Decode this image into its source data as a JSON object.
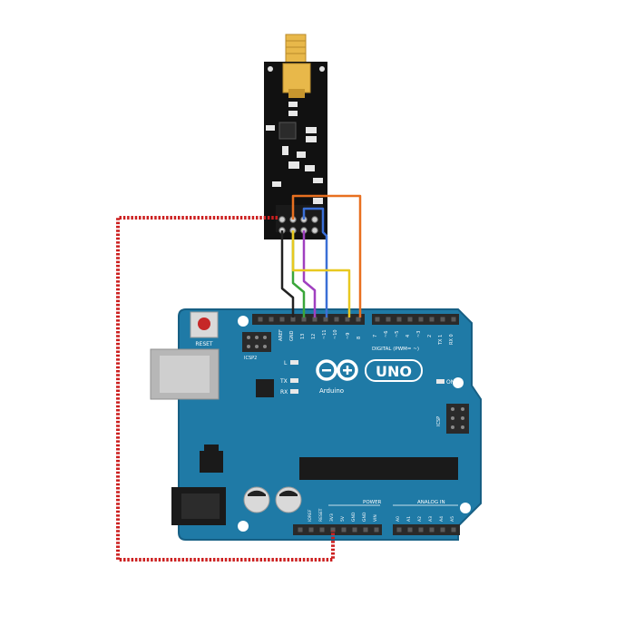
{
  "board": {
    "reset_label": "RESET",
    "icsp2_label": "ICSP2",
    "icsp_label": "ICSP",
    "led_l": "L",
    "led_tx": "TX",
    "led_rx": "RX",
    "brand": "Arduino",
    "model": "UNO",
    "on_label": "ON",
    "digital_label": "DIGITAL (PWM= ~)",
    "power_label": "POWER",
    "analog_label": "ANALOG IN",
    "aref_label": "AREF",
    "gnd_label": "GND",
    "pin_13": "13",
    "pin_12": "12",
    "pin_11": "~11",
    "pin_10": "~10",
    "pin_9": "~9",
    "pin_8": "8",
    "pin_7": "7",
    "pin_6": "~6",
    "pin_5": "~5",
    "pin_4": "4",
    "pin_3": "~3",
    "pin_2": "2",
    "pin_tx": "TX 1",
    "pin_rx": "RX 0",
    "pwr_ioref": "IOREF",
    "pwr_reset": "RESET",
    "pwr_3v3": "3V3",
    "pwr_5v": "5V",
    "pwr_gnd1": "GND",
    "pwr_gnd2": "GND",
    "pwr_vin": "VIN",
    "an_a0": "A0",
    "an_a1": "A1",
    "an_a2": "A2",
    "an_a3": "A3",
    "an_a4": "A4",
    "an_a5": "A5"
  },
  "colors": {
    "board": "#1f7aa6",
    "board_dark": "#17628a",
    "header": "#2a2a2a",
    "module": "#111111",
    "antenna": "#e8b84a",
    "wire_vcc": "#cc1f1f",
    "wire_gnd": "#222222",
    "wire_ce": "#3aa63a",
    "wire_csn": "#a040c0",
    "wire_sck": "#3a6fd6",
    "wire_mosi": "#e8c820",
    "wire_miso": "#e87020"
  }
}
